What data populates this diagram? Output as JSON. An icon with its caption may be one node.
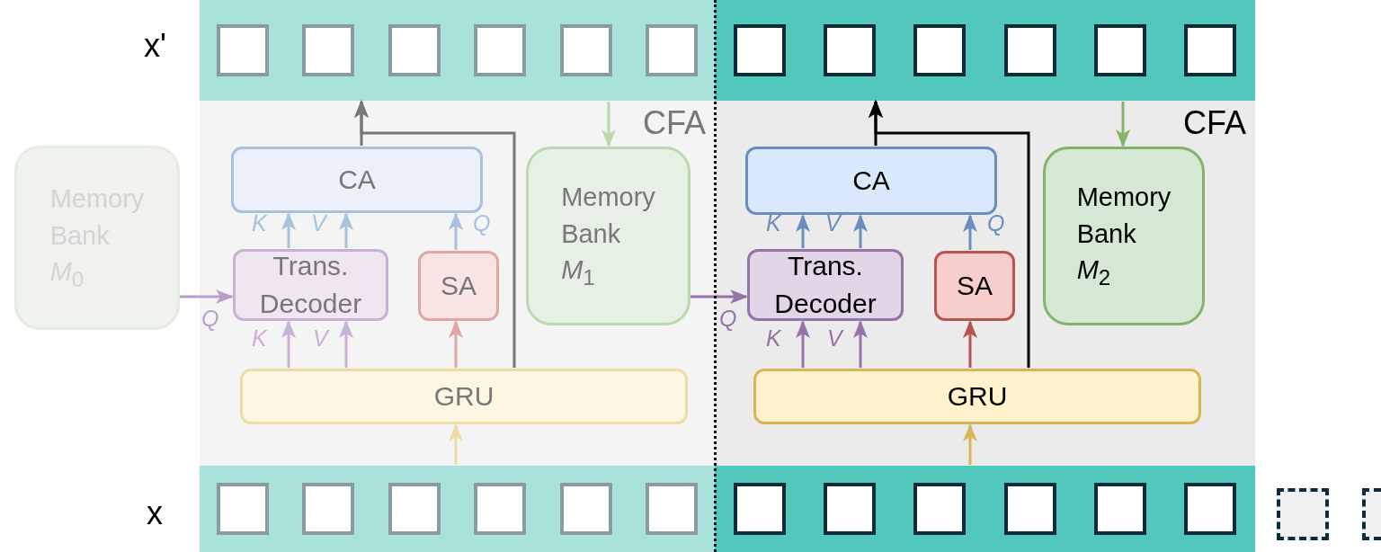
{
  "diagram": {
    "nodes": [
      {
        "text": [
          "CFA"
        ]
      },
      {
        "text": [
          "CA"
        ],
        "in": 0
      },
      {
        "text": [
          "Trans. Decoder"
        ],
        "in": 0
      },
      {
        "text": [
          "SA"
        ],
        "in": 0
      },
      {
        "text": [
          "Memory Bank *M*$_{1}$"
        ],
        "in": 0
      },
      {
        "text": [
          "GRU"
        ],
        "in": 0
      },
      {
        "text": [
          "CFA"
        ]
      },
      {
        "text": [
          "CA"
        ],
        "in": 6
      },
      {
        "text": [
          "Trans. Decoder"
        ],
        "in": 6
      },
      {
        "text": [
          "SA"
        ],
        "in": 6
      },
      {
        "text": [
          "Memory Bank *M*$_{2}$"
        ],
        "in": 6
      },
      {
        "text": [
          "GRU"
        ],
        "in": 6
      },
      {
        "text": [
          "Memory Bank *M*$_{0}$"
        ]
      },
      {
        "text": [],
        "shape": "bar"
      },
      {
        "text": [],
        "shape": "bar"
      },
      {
        "text": [],
        "shape": "bar"
      },
      {
        "text": [],
        "shape": "bar"
      }
    ],
    "edges": [
      {
        "from": 5,
        "to": 2,
        "arrow": "to",
        "label": "K",
        "color": "#c9b1d6"
      },
      {
        "from": 5,
        "to": 2,
        "arrow": "to",
        "label": "V",
        "color": "#c9b1d6"
      },
      {
        "from": 5,
        "to": 3,
        "arrow": "to",
        "color": "#e2a6a6"
      },
      {
        "from": 2,
        "to": 1,
        "arrow": "to",
        "label": "K",
        "color": "#a9c0df"
      },
      {
        "from": 2,
        "to": 1,
        "arrow": "to",
        "label": "V",
        "color": "#a9c0df"
      },
      {
        "from": 3,
        "to": 1,
        "arrow": "to",
        "label": "Q",
        "color": "#a9c0df"
      },
      {
        "from": 1,
        "to": 13,
        "arrow": "to",
        "color": "#777777"
      },
      {
        "from": 5,
        "to": 13,
        "arrow": "to",
        "color": "#777777"
      },
      {
        "from": 15,
        "to": 5,
        "arrow": "to",
        "color": "#efdca5"
      },
      {
        "from": 13,
        "to": 4,
        "arrow": "to",
        "color": "#bcd9ad"
      },
      {
        "from": 11,
        "to": 8,
        "arrow": "to",
        "label": "K",
        "color": "#9673a6"
      },
      {
        "from": 11,
        "to": 8,
        "arrow": "to",
        "label": "V",
        "color": "#9673a6"
      },
      {
        "from": 11,
        "to": 9,
        "arrow": "to",
        "color": "#b85450"
      },
      {
        "from": 8,
        "to": 7,
        "arrow": "to",
        "label": "K",
        "color": "#6c8ebf"
      },
      {
        "from": 8,
        "to": 7,
        "arrow": "to",
        "label": "V",
        "color": "#6c8ebf"
      },
      {
        "from": 9,
        "to": 7,
        "arrow": "to",
        "label": "Q",
        "color": "#6c8ebf"
      },
      {
        "from": 7,
        "to": 14,
        "arrow": "to",
        "color": "#000000"
      },
      {
        "from": 11,
        "to": 14,
        "arrow": "to",
        "color": "#000000"
      },
      {
        "from": 16,
        "to": 11,
        "arrow": "to",
        "color": "#d6b656"
      },
      {
        "from": 14,
        "to": 10,
        "arrow": "to",
        "color": "#82b366"
      },
      {
        "from": 12,
        "to": 2,
        "arrow": "to",
        "label": "Q",
        "color": "#b9a0cc"
      },
      {
        "from": 4,
        "to": 8,
        "arrow": "to",
        "label": "Q",
        "color": "#9673a6"
      }
    ],
    "labels": [
      "x'",
      "x"
    ]
  }
}
